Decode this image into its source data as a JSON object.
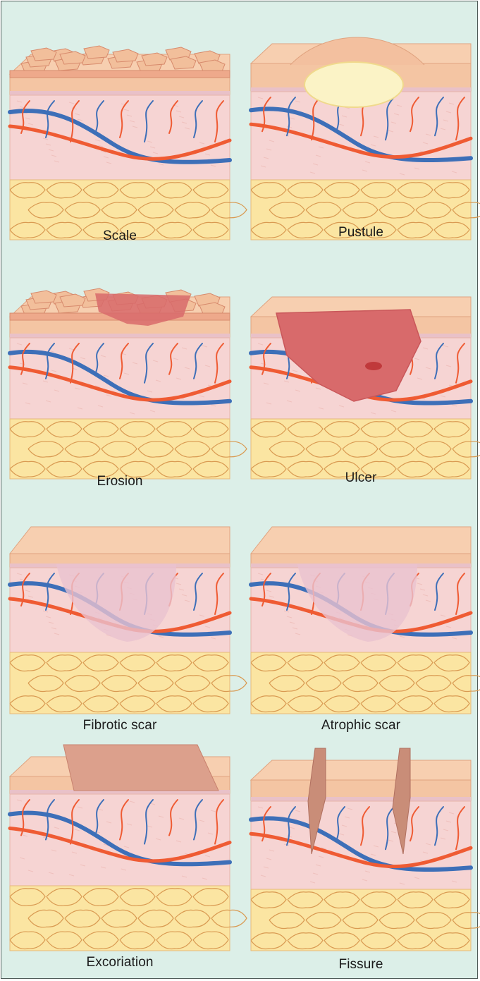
{
  "colors": {
    "background": "#dcefe8",
    "epidermis": "#f4c5a3",
    "dermis": "#f6d4d3",
    "fat": "#fbe5a2",
    "artery": "#ef5b33",
    "vein": "#3d6fb8",
    "lesion": "#d86a6b",
    "pus": "#fbf3c6"
  },
  "panels": [
    {
      "label": "Scale",
      "lesion": "scale"
    },
    {
      "label": "Pustule",
      "lesion": "pustule"
    },
    {
      "label": "Erosion",
      "lesion": "erosion"
    },
    {
      "label": "Ulcer",
      "lesion": "ulcer"
    },
    {
      "label": "Fibrotic scar",
      "lesion": "fibrotic-scar"
    },
    {
      "label": "Atrophic scar",
      "lesion": "atrophic-scar"
    },
    {
      "label": "Excoriation",
      "lesion": "excoriation"
    },
    {
      "label": "Fissure",
      "lesion": "fissure"
    }
  ]
}
